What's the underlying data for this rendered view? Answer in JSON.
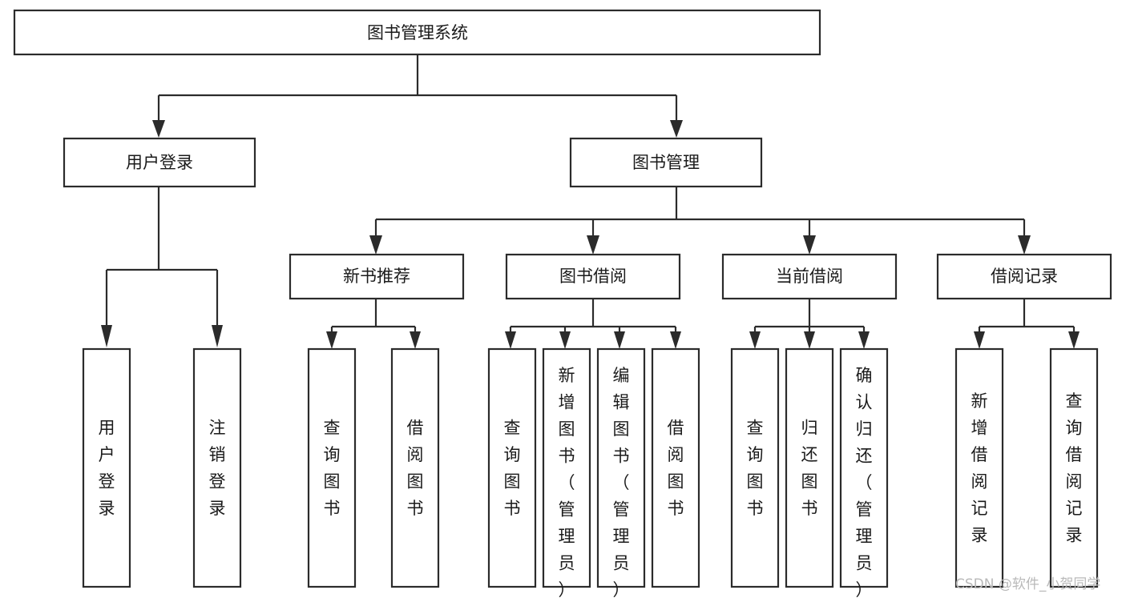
{
  "diagram": {
    "title": "图书管理系统",
    "type": "tree",
    "orientation": "top-down",
    "colors": {
      "box_fill": "#ffffff",
      "box_stroke": "#2b2b2b",
      "text": "#1a1a1a",
      "watermark": "#b9b9b9",
      "background": "#ffffff"
    },
    "root": {
      "id": "root",
      "label": "图书管理系统"
    },
    "level2": [
      {
        "id": "user-login",
        "label": "用户登录"
      },
      {
        "id": "book-manage",
        "label": "图书管理"
      }
    ],
    "level3": [
      {
        "id": "new-book-recommend",
        "label": "新书推荐",
        "parent": "book-manage"
      },
      {
        "id": "book-borrow",
        "label": "图书借阅",
        "parent": "book-manage"
      },
      {
        "id": "current-borrow",
        "label": "当前借阅",
        "parent": "book-manage"
      },
      {
        "id": "borrow-record",
        "label": "借阅记录",
        "parent": "book-manage"
      }
    ],
    "leaves": {
      "user-login": [
        {
          "id": "leaf-user-login",
          "label": "用户登录"
        },
        {
          "id": "leaf-user-logout",
          "label": "注销登录"
        }
      ],
      "new-book-recommend": [
        {
          "id": "leaf-query-book-1",
          "label": "查询图书"
        },
        {
          "id": "leaf-borrow-book-1",
          "label": "借阅图书"
        }
      ],
      "book-borrow": [
        {
          "id": "leaf-query-book-2",
          "label": "查询图书"
        },
        {
          "id": "leaf-add-book",
          "label": "新增图书（管理员）"
        },
        {
          "id": "leaf-edit-book",
          "label": "编辑图书（管理员）"
        },
        {
          "id": "leaf-borrow-book-2",
          "label": "借阅图书"
        }
      ],
      "current-borrow": [
        {
          "id": "leaf-query-book-3",
          "label": "查询图书"
        },
        {
          "id": "leaf-return-book",
          "label": "归还图书"
        },
        {
          "id": "leaf-confirm-return",
          "label": "确认归还（管理员）"
        }
      ],
      "borrow-record": [
        {
          "id": "leaf-add-record",
          "label": "新增借阅记录"
        },
        {
          "id": "leaf-query-record",
          "label": "查询借阅记录"
        }
      ]
    }
  },
  "watermark": {
    "text": "CSDN @软件_小贺同学"
  }
}
